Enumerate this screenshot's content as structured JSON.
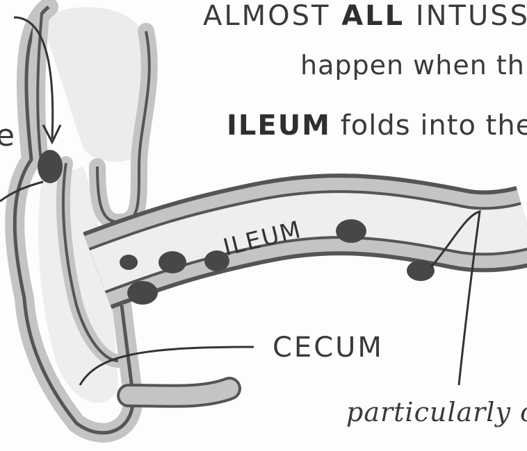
{
  "text": {
    "line1_a": "ALMOST ",
    "line1_b": "ALL",
    "line1_c": " INTUSS",
    "line2": "happen when th",
    "line3_a": "ILEUM",
    "line3_b": " folds into the",
    "left_fragment": "e",
    "ileum_label": "ILEUM",
    "cecum_label": "CECUM",
    "particular": "particularly co",
    "bottom_fragment": "… … …"
  },
  "colors": {
    "background": "#fdfdfd",
    "outline": "#555555",
    "tissue": "#c4c4c4",
    "lumen": "#eeeeee",
    "patch": "#474747",
    "ink": "#333333"
  }
}
